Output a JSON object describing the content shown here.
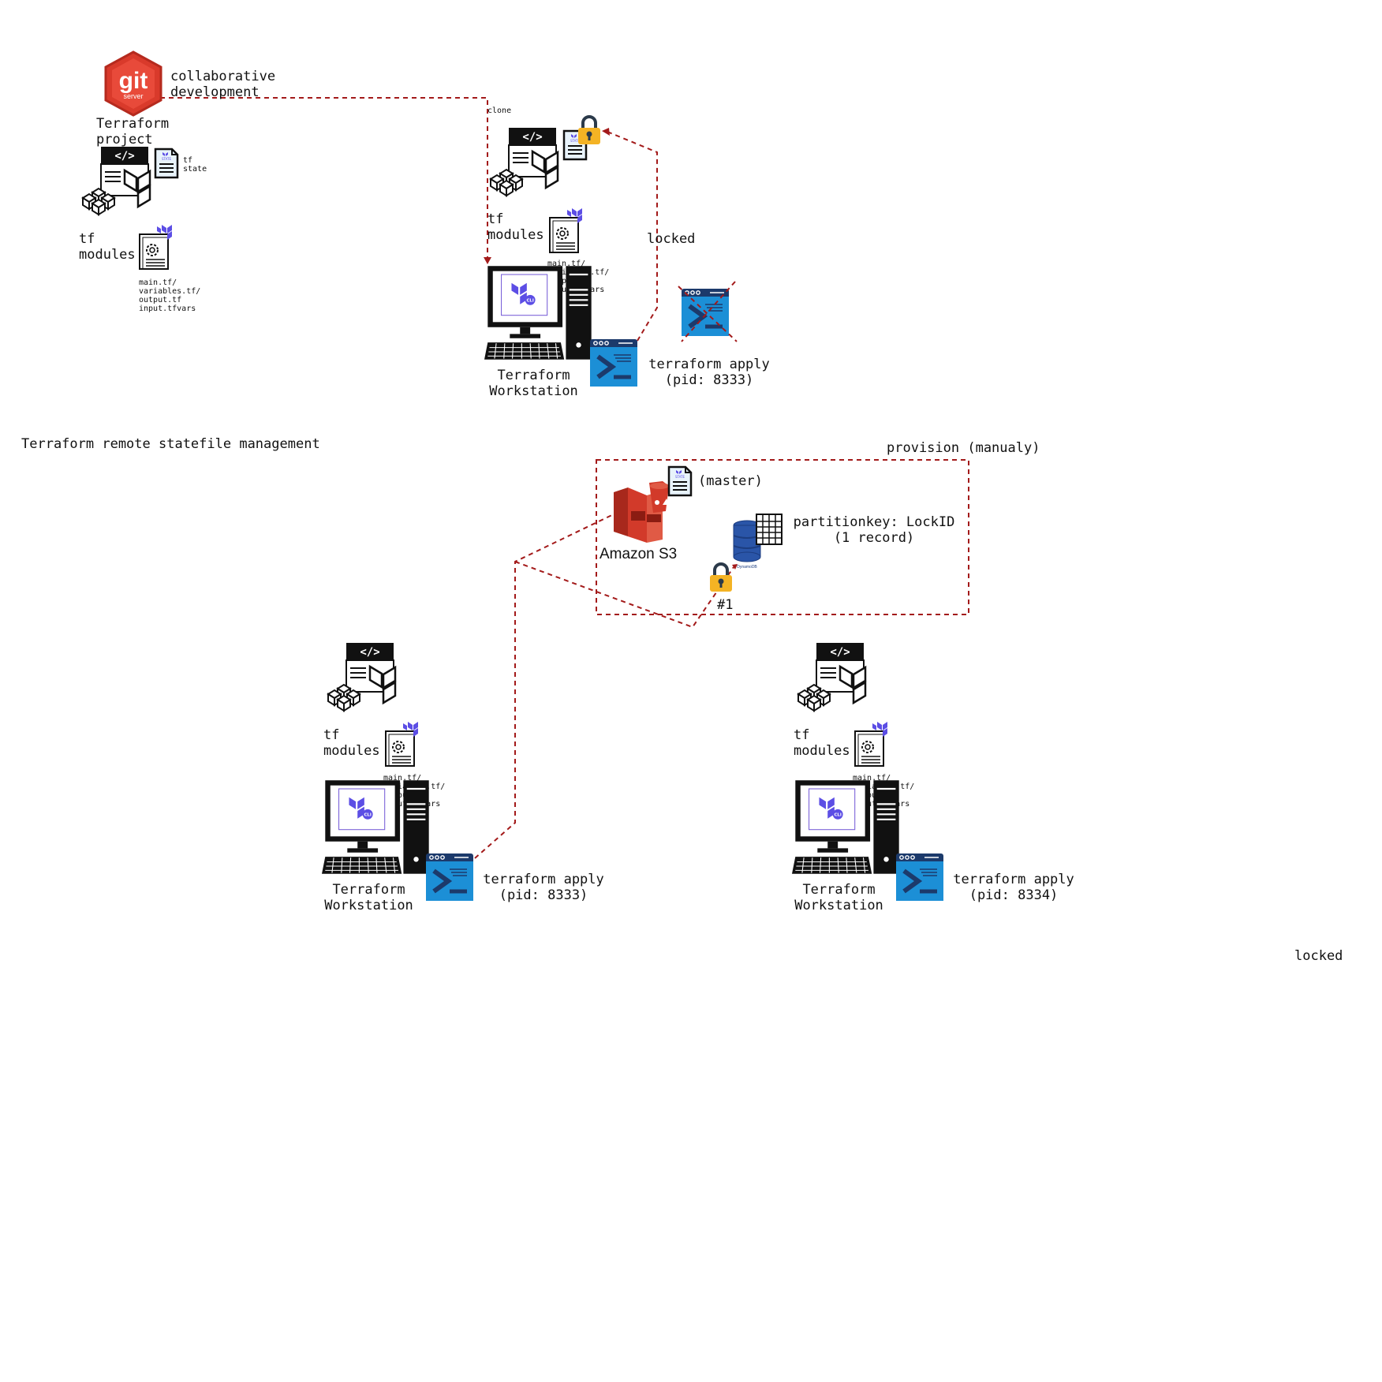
{
  "colors": {
    "connector": "#a31a1a",
    "terraform_purple": "#5c4ee5",
    "terminal_blue": "#1c8fd6",
    "terminal_dark": "#1c3a6b",
    "git_red": "#d93a2b",
    "lock_gold": "#f4b324",
    "s3_red": "#d23a2a",
    "dynamo_blue": "#2a55a8"
  },
  "title": "Terraform remote statefile management",
  "git": {
    "logo_text": "git",
    "logo_sub": "server",
    "label": "collaborative\ndevelopment"
  },
  "project": {
    "title": "Terraform\nproject",
    "state_label": "tf\nstate",
    "modules_label": "tf\nmodules",
    "files_label": "main.tf/\nvariables.tf/\noutput.tf\ninput.tfvars"
  },
  "workstation_top": {
    "clone_label": "clone",
    "modules_label": "tf\nmodules",
    "files_label": "main.tf/\nvariables.tf/\noutput.tf\ninput.tfvars",
    "name": "Terraform\nWorkstation",
    "command": "terraform apply\n(pid: 8333)",
    "locked_label": "locked"
  },
  "backend": {
    "provision_label": "provision (manualy)",
    "s3_label": "Amazon S3",
    "master_label": "(master)",
    "table_label": "partitionkey: LockID\n(1 record)",
    "dynamo_text": "DynamoDB",
    "lock_id": "#1"
  },
  "workstation_left": {
    "modules_label": "tf\nmodules",
    "files_label": "main.tf/\nvariables.tf/\noutput.tf\ninput.tfvars",
    "name": "Terraform\nWorkstation",
    "command": "terraform apply\n(pid: 8333)"
  },
  "workstation_right": {
    "modules_label": "tf\nmodules",
    "files_label": "main.tf/\nvariables.tf/\noutput.tf\ninput.tfvars",
    "name": "Terraform\nWorkstation",
    "command": "terraform apply\n(pid: 8334)"
  },
  "bottom_locked_label": "locked"
}
